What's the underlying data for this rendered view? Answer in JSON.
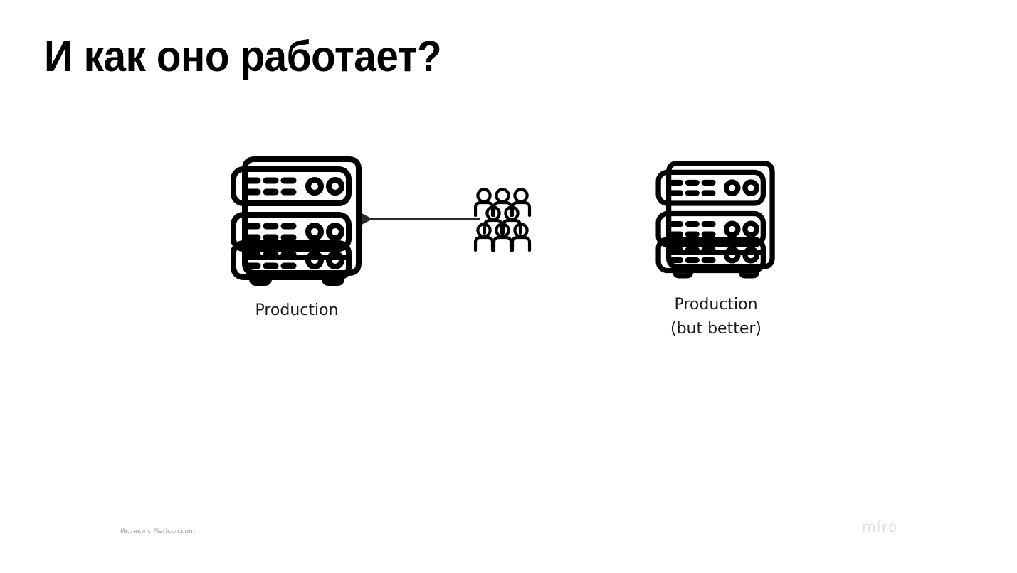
{
  "slide": {
    "title": "И как оно работает?",
    "background_color": "#ffffff",
    "ink_color": "#000000"
  },
  "diagram": {
    "nodes": [
      {
        "id": "production",
        "icon": "server-rack-icon",
        "label": "Production",
        "units": 3
      },
      {
        "id": "production-but-better",
        "icon": "server-rack-icon",
        "label": "Production\n(but better)",
        "units": 3
      },
      {
        "id": "users",
        "icon": "crowd-of-people-icon",
        "label": "",
        "figures": 8
      }
    ],
    "connectors": [
      {
        "id": "users-to-production",
        "from": "users",
        "to": "production",
        "direction": "left",
        "style": "solid",
        "arrowhead": "end",
        "color": "#2b2b2b"
      }
    ]
  },
  "footer": {
    "attribution": "Иконки с Flaticon.com",
    "watermark": "miro"
  }
}
